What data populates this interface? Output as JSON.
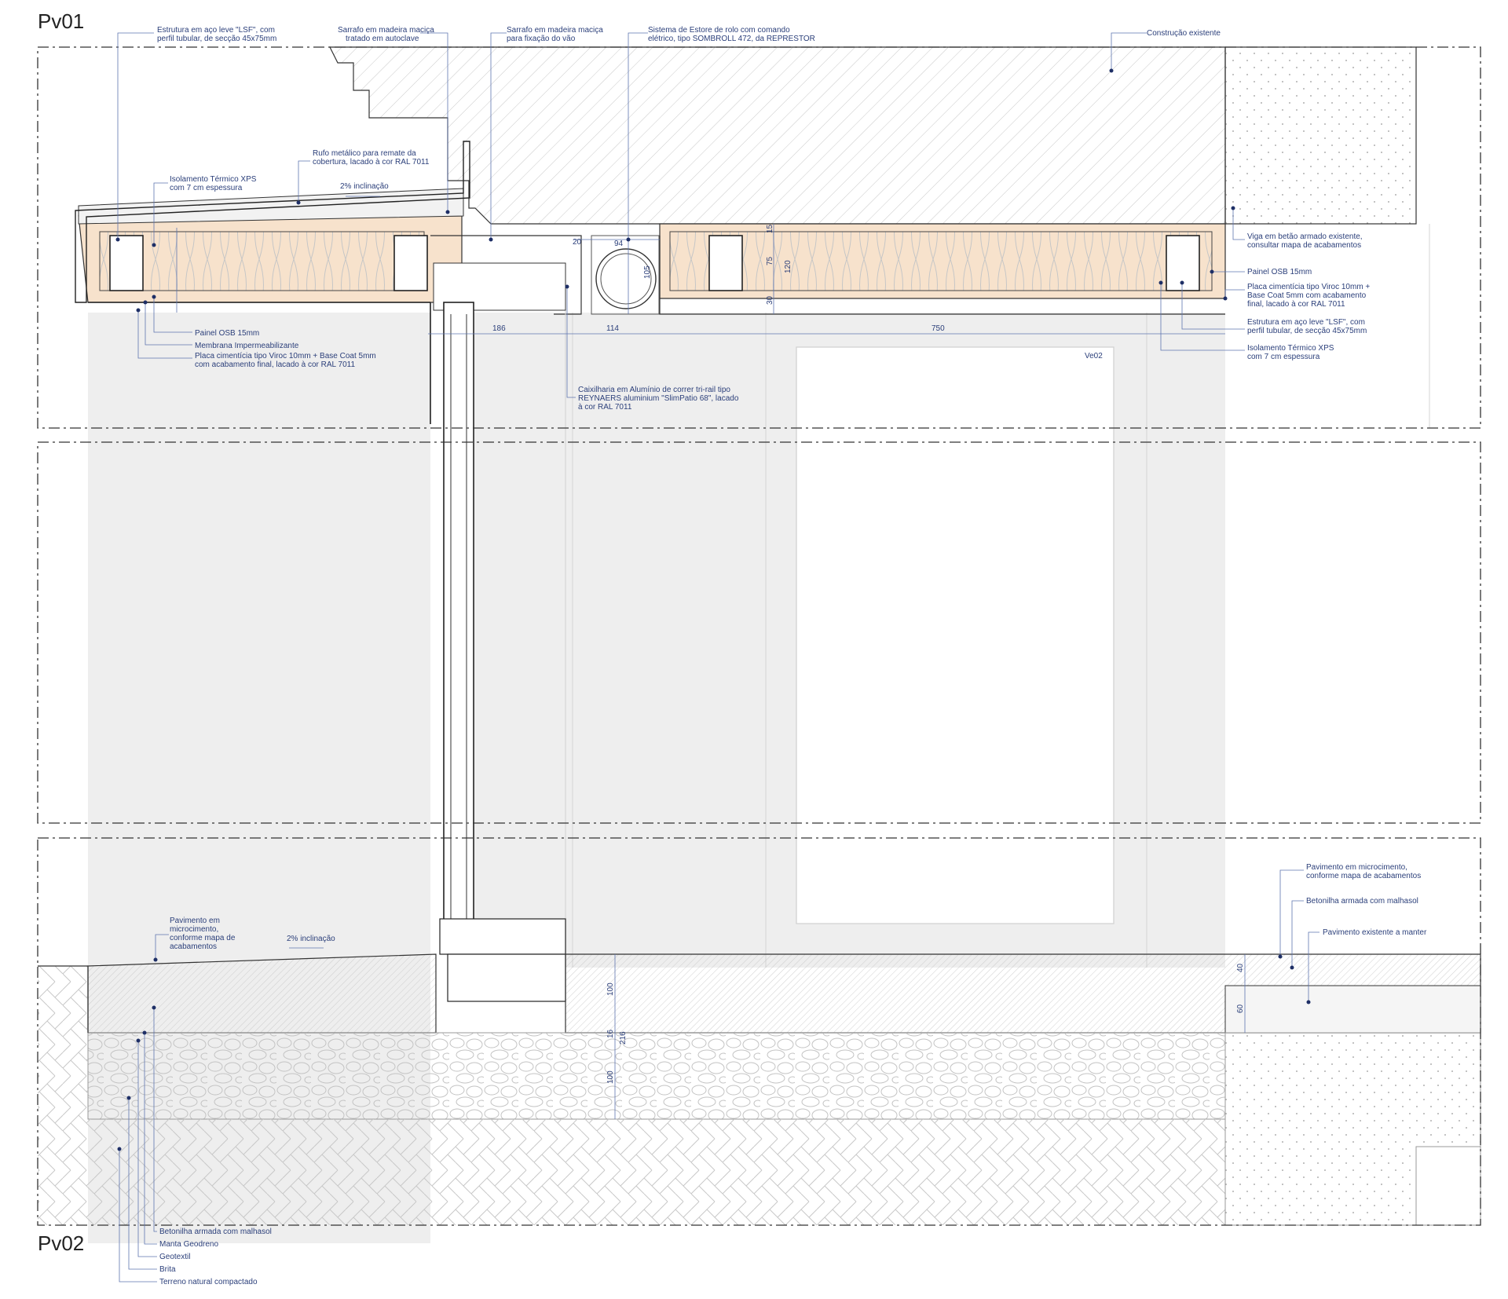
{
  "colors": {
    "wall_fill": "#eeeeee",
    "osb": "#f7e2cc",
    "line": "#222222",
    "annotation": "#2b3f7a",
    "leader": "#5f76b0",
    "hatch": "#bdbdbd"
  },
  "section_titles": {
    "top": "Pv01",
    "bottom": "Pv02"
  },
  "window_tag": "Ve02",
  "slope_labels": {
    "roof": "2% inclinação",
    "floor": "2% inclinação"
  },
  "dimensions": {
    "d20": "20",
    "d94": "94",
    "d15": "15",
    "d75": "75",
    "d120": "120",
    "d30": "30",
    "d105": "105",
    "d186": "186",
    "d114": "114",
    "d750": "750",
    "d40": "40",
    "d60": "60",
    "d100": "100",
    "d16": "16",
    "d216": "216"
  },
  "annotations": {
    "lsf_top": [
      "Estrutura em aço leve \"LSF\", com",
      "perfil tubular, de secção 45x75mm"
    ],
    "sarrafo_auto": [
      "Sarrafo em madeira maciça",
      "tratado em autoclave"
    ],
    "sarrafo_fix": [
      "Sarrafo em madeira maciça",
      "para fixação do vão"
    ],
    "estore": [
      "Sistema de Estore de rolo com comando",
      "elétrico, tipo SOMBROLL 472, da REPRESTOR"
    ],
    "construcao": [
      "Construção existente"
    ],
    "rufo": [
      "Rufo metálico para remate da",
      "cobertura, lacado à cor RAL 7011"
    ],
    "xps_left": [
      "Isolamento Térmico XPS",
      "com 7 cm espessura"
    ],
    "osb_left": [
      "Painel OSB 15mm"
    ],
    "membrana": [
      "Membrana Impermeabilizante"
    ],
    "placa_left": [
      "Placa cimentícia tipo Viroc 10mm + Base Coat 5mm",
      "com acabamento final, lacado à cor RAL 7011"
    ],
    "caixilharia": [
      "Caixilharia em Alumínio de correr tri-rail tipo",
      "REYNAERS aluminium \"SlimPatio 68\", lacado",
      "à cor RAL 7011"
    ],
    "viga": [
      "Viga em betão armado existente,",
      "consultar mapa de acabamentos"
    ],
    "osb_right": [
      "Painel OSB 15mm"
    ],
    "placa_right": [
      "Placa cimentícia tipo Viroc 10mm +",
      "Base Coat 5mm com acabamento",
      "final, lacado à cor RAL 7011"
    ],
    "lsf_right": [
      "Estrutura em aço leve \"LSF\", com",
      "perfil tubular, de secção 45x75mm"
    ],
    "xps_right": [
      "Isolamento Térmico XPS",
      "com 7 cm espessura"
    ],
    "pav_left": [
      "Pavimento em",
      "microcimento,",
      "conforme mapa de",
      "acabamentos"
    ],
    "pav_right": [
      "Pavimento em microcimento,",
      "conforme mapa de acabamentos"
    ],
    "betonilha_right": [
      "Betonilha armada com malhasol"
    ],
    "pav_existente": [
      "Pavimento existente a manter"
    ],
    "betonilha_bottom": [
      "Betonilha armada com malhasol"
    ],
    "manta": [
      "Manta Geodreno"
    ],
    "geotextil": [
      "Geotextil"
    ],
    "brita": [
      "Brita"
    ],
    "terreno": [
      "Terreno natural compactado"
    ]
  }
}
